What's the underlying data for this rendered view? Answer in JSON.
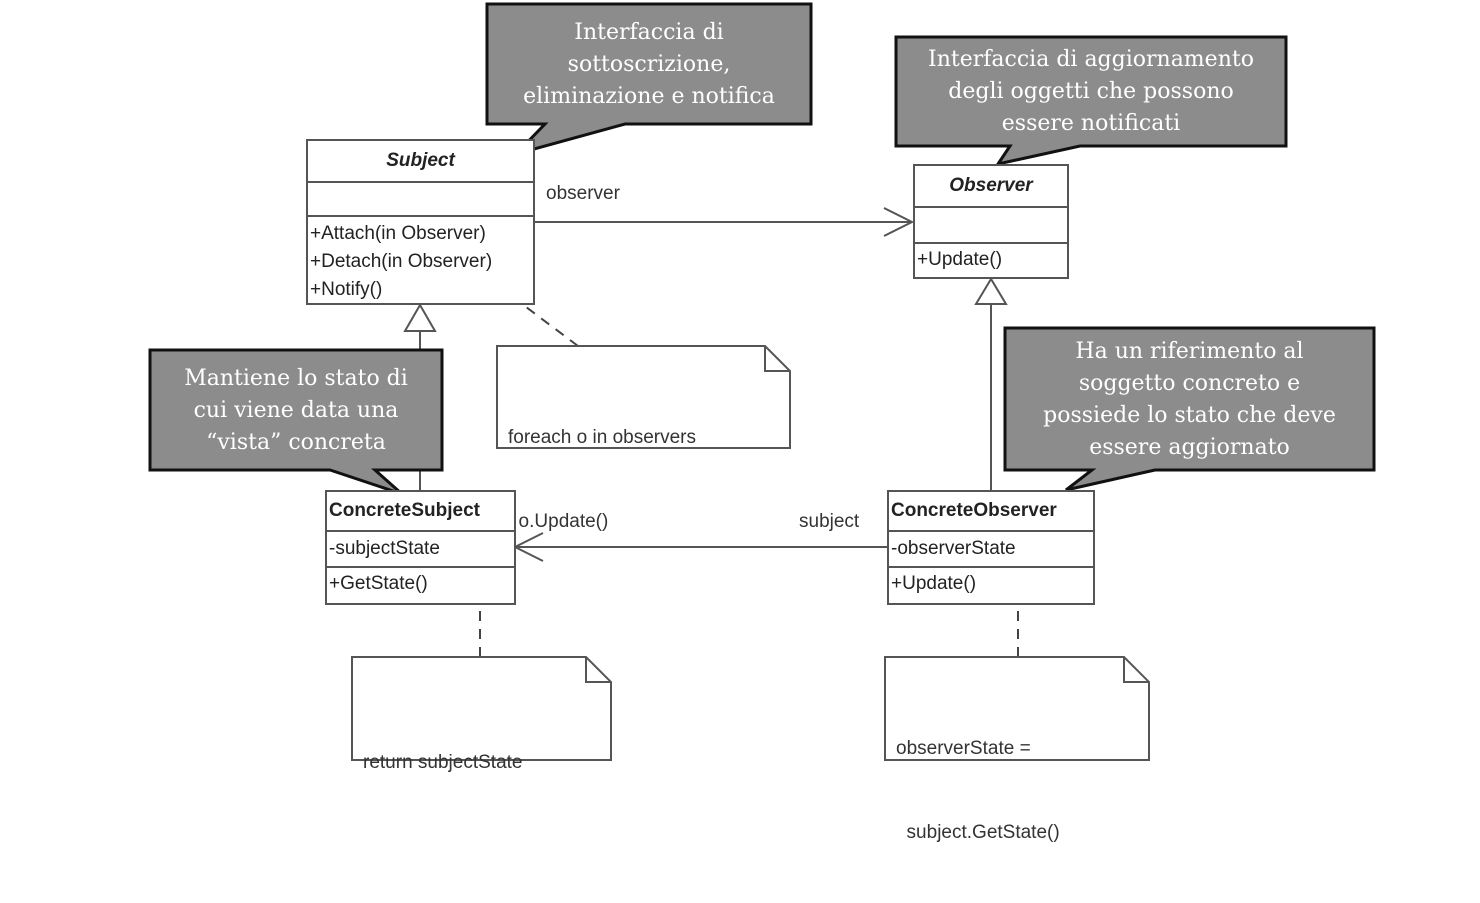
{
  "classes": {
    "subject": {
      "name": "Subject",
      "operations": [
        "+Attach(in Observer)",
        "+Detach(in Observer)",
        "+Notify()"
      ]
    },
    "observer": {
      "name": "Observer",
      "operations": [
        "+Update()"
      ]
    },
    "concrete_subject": {
      "name": "ConcreteSubject",
      "attribute": "-subjectState",
      "operation": "+GetState()"
    },
    "concrete_observer": {
      "name": "ConcreteObserver",
      "attribute": "-observerState",
      "operation": "+Update()"
    }
  },
  "associations": {
    "observer_label": "observer",
    "subject_label": "subject"
  },
  "notes": {
    "notify": [
      "foreach o in observers",
      "  o.Update()"
    ],
    "getstate": [
      "return subjectState"
    ],
    "update": [
      "observerState =",
      "  subject.GetState()"
    ]
  },
  "callouts": {
    "subject": [
      "Interfaccia di",
      "sottoscrizione,",
      "eliminazione e notifica"
    ],
    "observer": [
      "Interfaccia di aggiornamento",
      "degli oggetti che possono",
      "essere notificati"
    ],
    "concrete_subject": [
      "Mantiene lo stato di",
      "cui viene data una",
      "“vista” concreta"
    ],
    "concrete_observer": [
      "Ha un riferimento al",
      "soggetto concreto e",
      "possiede lo stato che deve",
      "essere aggiornato"
    ]
  },
  "colors": {
    "callout_fill": "#8c8c8c",
    "callout_border": "#111111",
    "line": "#555555"
  }
}
